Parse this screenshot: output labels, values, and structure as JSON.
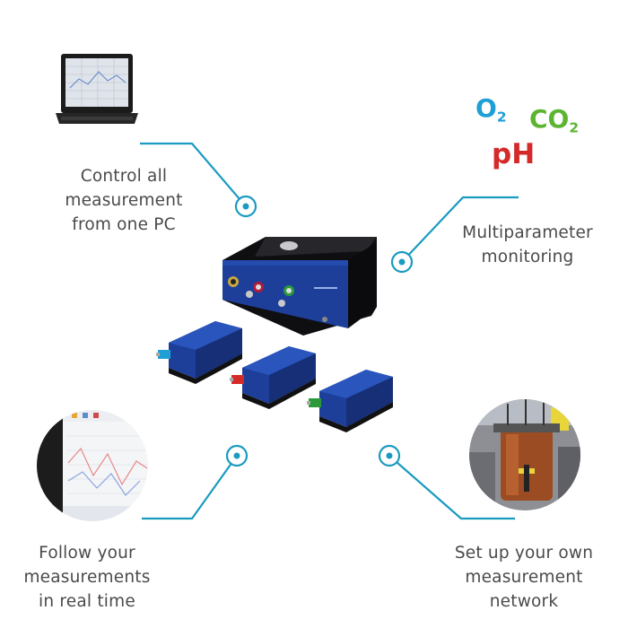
{
  "colors": {
    "accent": "#1a9bc0",
    "o2": "#1f9fd6",
    "co2": "#5cb531",
    "ph": "#d52a2a",
    "device_blue": "#1d3f9a",
    "text": "#4a4a4a"
  },
  "features": {
    "control_pc": {
      "lines": [
        "Control all",
        "measurement",
        "from one PC"
      ]
    },
    "multiparameter": {
      "lines": [
        "Multiparameter",
        "monitoring"
      ]
    },
    "follow": {
      "lines": [
        "Follow your",
        "measurements",
        "in real time"
      ]
    },
    "network": {
      "lines": [
        "Set up your own",
        "measurement",
        "network"
      ]
    }
  },
  "parameters": {
    "o2": {
      "base": "O",
      "sub": "2"
    },
    "co2": {
      "base": "CO",
      "sub": "2"
    },
    "ph": {
      "base": "pH"
    }
  },
  "icons": [
    "laptop-icon",
    "device-hub-icon",
    "sensor-module-icon",
    "software-screenshot-icon",
    "bioreactor-photo-icon",
    "callout-dot-icon"
  ]
}
